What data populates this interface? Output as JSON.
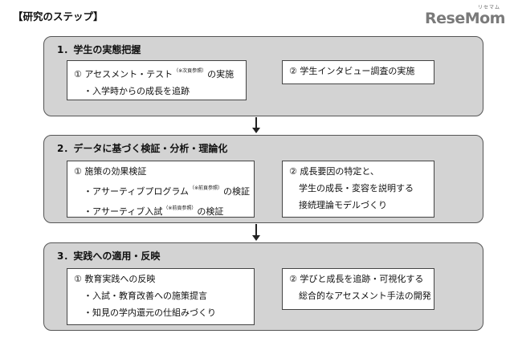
{
  "heading": "【研究のステップ】",
  "logo": {
    "word": "ReseMom",
    "sub": "リセマム"
  },
  "stages": [
    {
      "title": "1．学生の実態把握",
      "left_box": {
        "l1_pre": "①  アセスメント・テスト",
        "l1_note": "（※次頁参照）",
        "l1_post": "の実施",
        "l2": "・入学時からの成長を追跡"
      },
      "right_box": {
        "l1": "②  学生インタビュー調査の実施"
      }
    },
    {
      "title": "2．データに基づく検証・分析・理論化",
      "left_box": {
        "l1": "①  施策の効果検証",
        "l2_pre": "・アサーティブプログラム",
        "l2_note": "（※前頁参照）",
        "l2_post": "の検証",
        "l3_pre": "・アサーティブ入試",
        "l3_note": "（※前頁参照）",
        "l3_post": "の検証"
      },
      "right_box": {
        "l1": "②  成長要因の特定と、",
        "l2": "学生の成長・変容を説明する",
        "l3": "接続理論モデルづくり"
      }
    },
    {
      "title": "3．実践への適用・反映",
      "left_box": {
        "l1": "①  教育実践への反映",
        "l2": "・入試・教育改善への施策提言",
        "l3": "・知見の学内還元の仕組みづくり"
      },
      "right_box": {
        "l1": "②  学びと成長を追跡・可視化する",
        "l2": "総合的なアセスメント手法の開発"
      }
    }
  ]
}
